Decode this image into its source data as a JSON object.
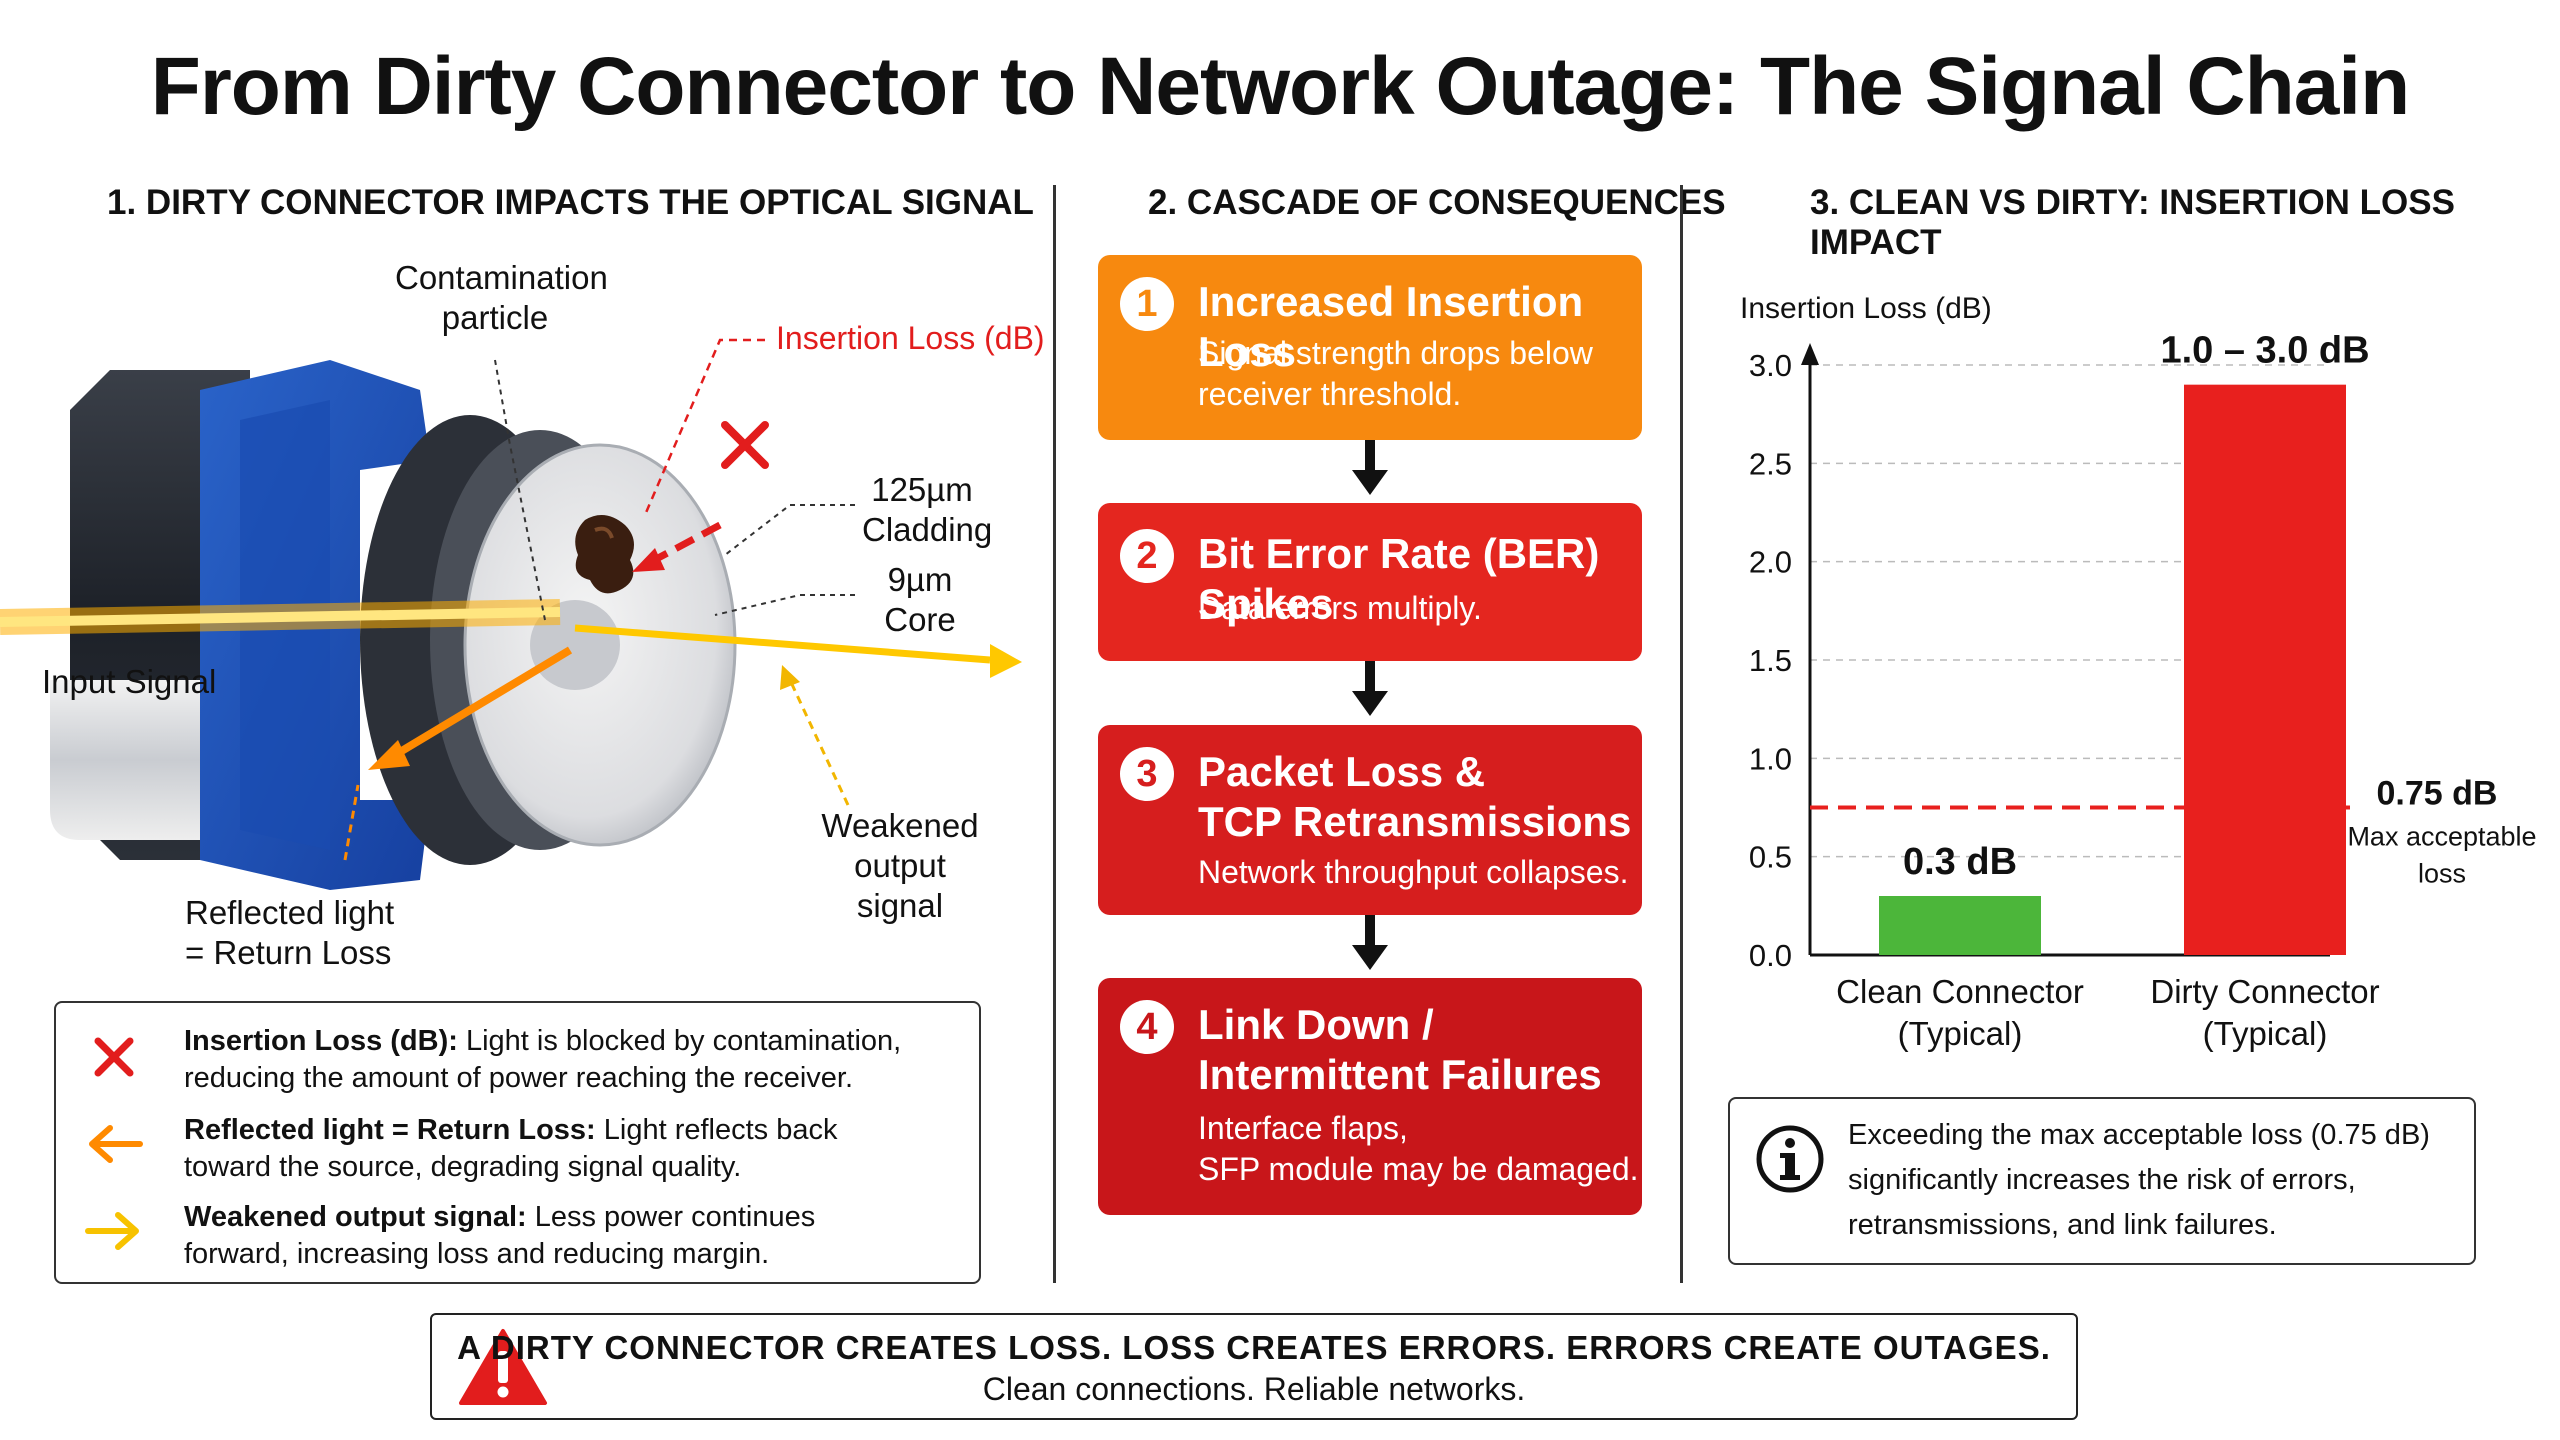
{
  "title": "From Dirty Connector to Network Outage: The Signal Chain",
  "section1": {
    "heading": "1. DIRTY CONNECTOR IMPACTS THE OPTICAL SIGNAL",
    "labels": {
      "contamination_l1": "Contamination",
      "contamination_l2": "particle",
      "insertion_loss": "Insertion Loss (dB)",
      "cladding_l1": "125µm",
      "cladding_l2": "Cladding",
      "core_l1": "9µm",
      "core_l2": "Core",
      "input_signal": "Input Signal",
      "weakened_l1": "Weakened",
      "weakened_l2": "output signal",
      "reflected_l1": "Reflected light",
      "reflected_l2": "= Return Loss"
    },
    "legend": [
      {
        "icon": "red-x-icon",
        "term": "Insertion Loss (dB):",
        "line1": " Light is blocked by contamination,",
        "line2": "reducing the amount of power reaching the receiver."
      },
      {
        "icon": "orange-arrow-icon",
        "term": "Reflected light = Return Loss:",
        "line1": " Light reflects back",
        "line2": "toward the source, degrading signal quality."
      },
      {
        "icon": "yellow-arrow-icon",
        "term": "Weakened output signal:",
        "line1": " Less power continues",
        "line2": "forward, increasing loss and reducing margin."
      }
    ]
  },
  "section2": {
    "heading": "2. CASCADE OF CONSEQUENCES",
    "steps": [
      {
        "num": "1",
        "head1": "Increased Insertion Loss",
        "head2": "",
        "sub1": "Signal strength drops below",
        "sub2": "receiver threshold.",
        "color": "#f7890f"
      },
      {
        "num": "2",
        "head1": "Bit Error Rate (BER) Spikes",
        "head2": "",
        "sub1": "Data errors multiply.",
        "sub2": "",
        "color": "#e4261f"
      },
      {
        "num": "3",
        "head1": "Packet Loss &",
        "head2": "TCP Retransmissions",
        "sub1": "Network throughput collapses.",
        "sub2": "",
        "color": "#d61e1e"
      },
      {
        "num": "4",
        "head1": "Link Down /",
        "head2": "Intermittent Failures",
        "sub1": "Interface flaps,",
        "sub2": "SFP module may be damaged.",
        "color": "#c8161a"
      }
    ]
  },
  "section3": {
    "heading": "3. CLEAN VS DIRTY: INSERTION LOSS IMPACT",
    "info_l1": "Exceeding the max acceptable loss (0.75 dB)",
    "info_l2": "significantly increases the risk of errors,",
    "info_l3": "retransmissions, and link failures."
  },
  "chart_data": {
    "type": "bar",
    "ylabel": "Insertion Loss (dB)",
    "ylim": [
      0,
      3.0
    ],
    "yticks": [
      "0.0",
      "0.5",
      "1.0",
      "1.5",
      "2.0",
      "2.5",
      "3.0"
    ],
    "categories": [
      {
        "line1": "Clean Connector",
        "line2": "(Typical)"
      },
      {
        "line1": "Dirty Connector",
        "line2": "(Typical)"
      }
    ],
    "values": [
      0.3,
      2.9
    ],
    "value_labels": [
      "0.3 dB",
      "1.0 – 3.0 dB"
    ],
    "colors": [
      "#4cb63a",
      "#e8201e"
    ],
    "threshold": {
      "value": 0.75,
      "label": "0.75 dB",
      "note_l1": "Max acceptable",
      "note_l2": "loss",
      "color": "#e8201e"
    },
    "grid": true
  },
  "banner": {
    "line1": "A DIRTY CONNECTOR CREATES LOSS. LOSS CREATES ERRORS. ERRORS CREATE OUTAGES.",
    "line2": "Clean connections. Reliable networks."
  }
}
